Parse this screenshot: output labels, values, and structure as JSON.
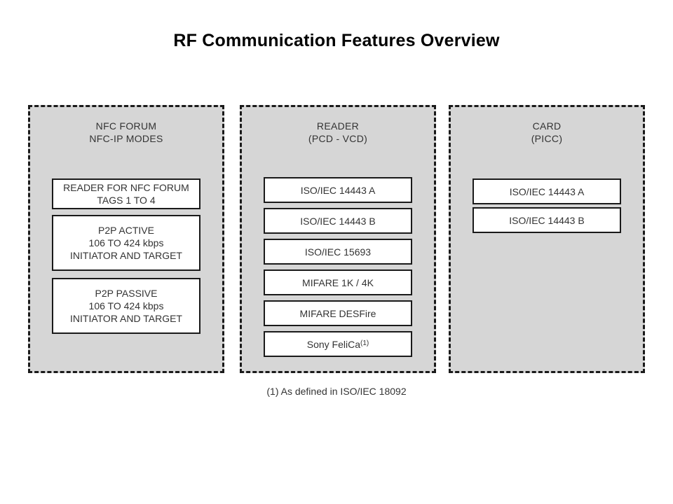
{
  "title": "RF Communication Features Overview",
  "footnote": "(1) As defined in ISO/IEC 18092",
  "colors": {
    "panel_fill": "#d6d6d6",
    "panel_border": "#1a1a1a",
    "box_fill": "#ffffff",
    "box_border": "#1a1a1a",
    "text": "#333333",
    "title_text": "#000000"
  },
  "panels": [
    {
      "header": [
        "NFC FORUM",
        "NFC-IP MODES"
      ],
      "boxes": [
        {
          "lines": [
            "READER FOR NFC FORUM",
            "TAGS 1 TO 4"
          ]
        },
        {
          "lines": [
            "P2P ACTIVE",
            "106 TO 424 kbps",
            "INITIATOR AND TARGET"
          ]
        },
        {
          "lines": [
            "P2P PASSIVE",
            "106 TO 424 kbps",
            "INITIATOR AND TARGET"
          ]
        }
      ]
    },
    {
      "header": [
        "READER",
        "(PCD - VCD)"
      ],
      "boxes": [
        {
          "lines": [
            "ISO/IEC 14443 A"
          ]
        },
        {
          "lines": [
            "ISO/IEC 14443 B"
          ]
        },
        {
          "lines": [
            "ISO/IEC 15693"
          ]
        },
        {
          "lines": [
            "MIFARE 1K / 4K"
          ]
        },
        {
          "lines": [
            "MIFARE DESFire"
          ]
        },
        {
          "lines": [
            "Sony FeliCa"
          ],
          "sup": "(1)"
        }
      ]
    },
    {
      "header": [
        "CARD",
        "(PICC)"
      ],
      "boxes": [
        {
          "lines": [
            "ISO/IEC 14443 A"
          ]
        },
        {
          "lines": [
            "ISO/IEC 14443 B"
          ]
        }
      ]
    }
  ]
}
